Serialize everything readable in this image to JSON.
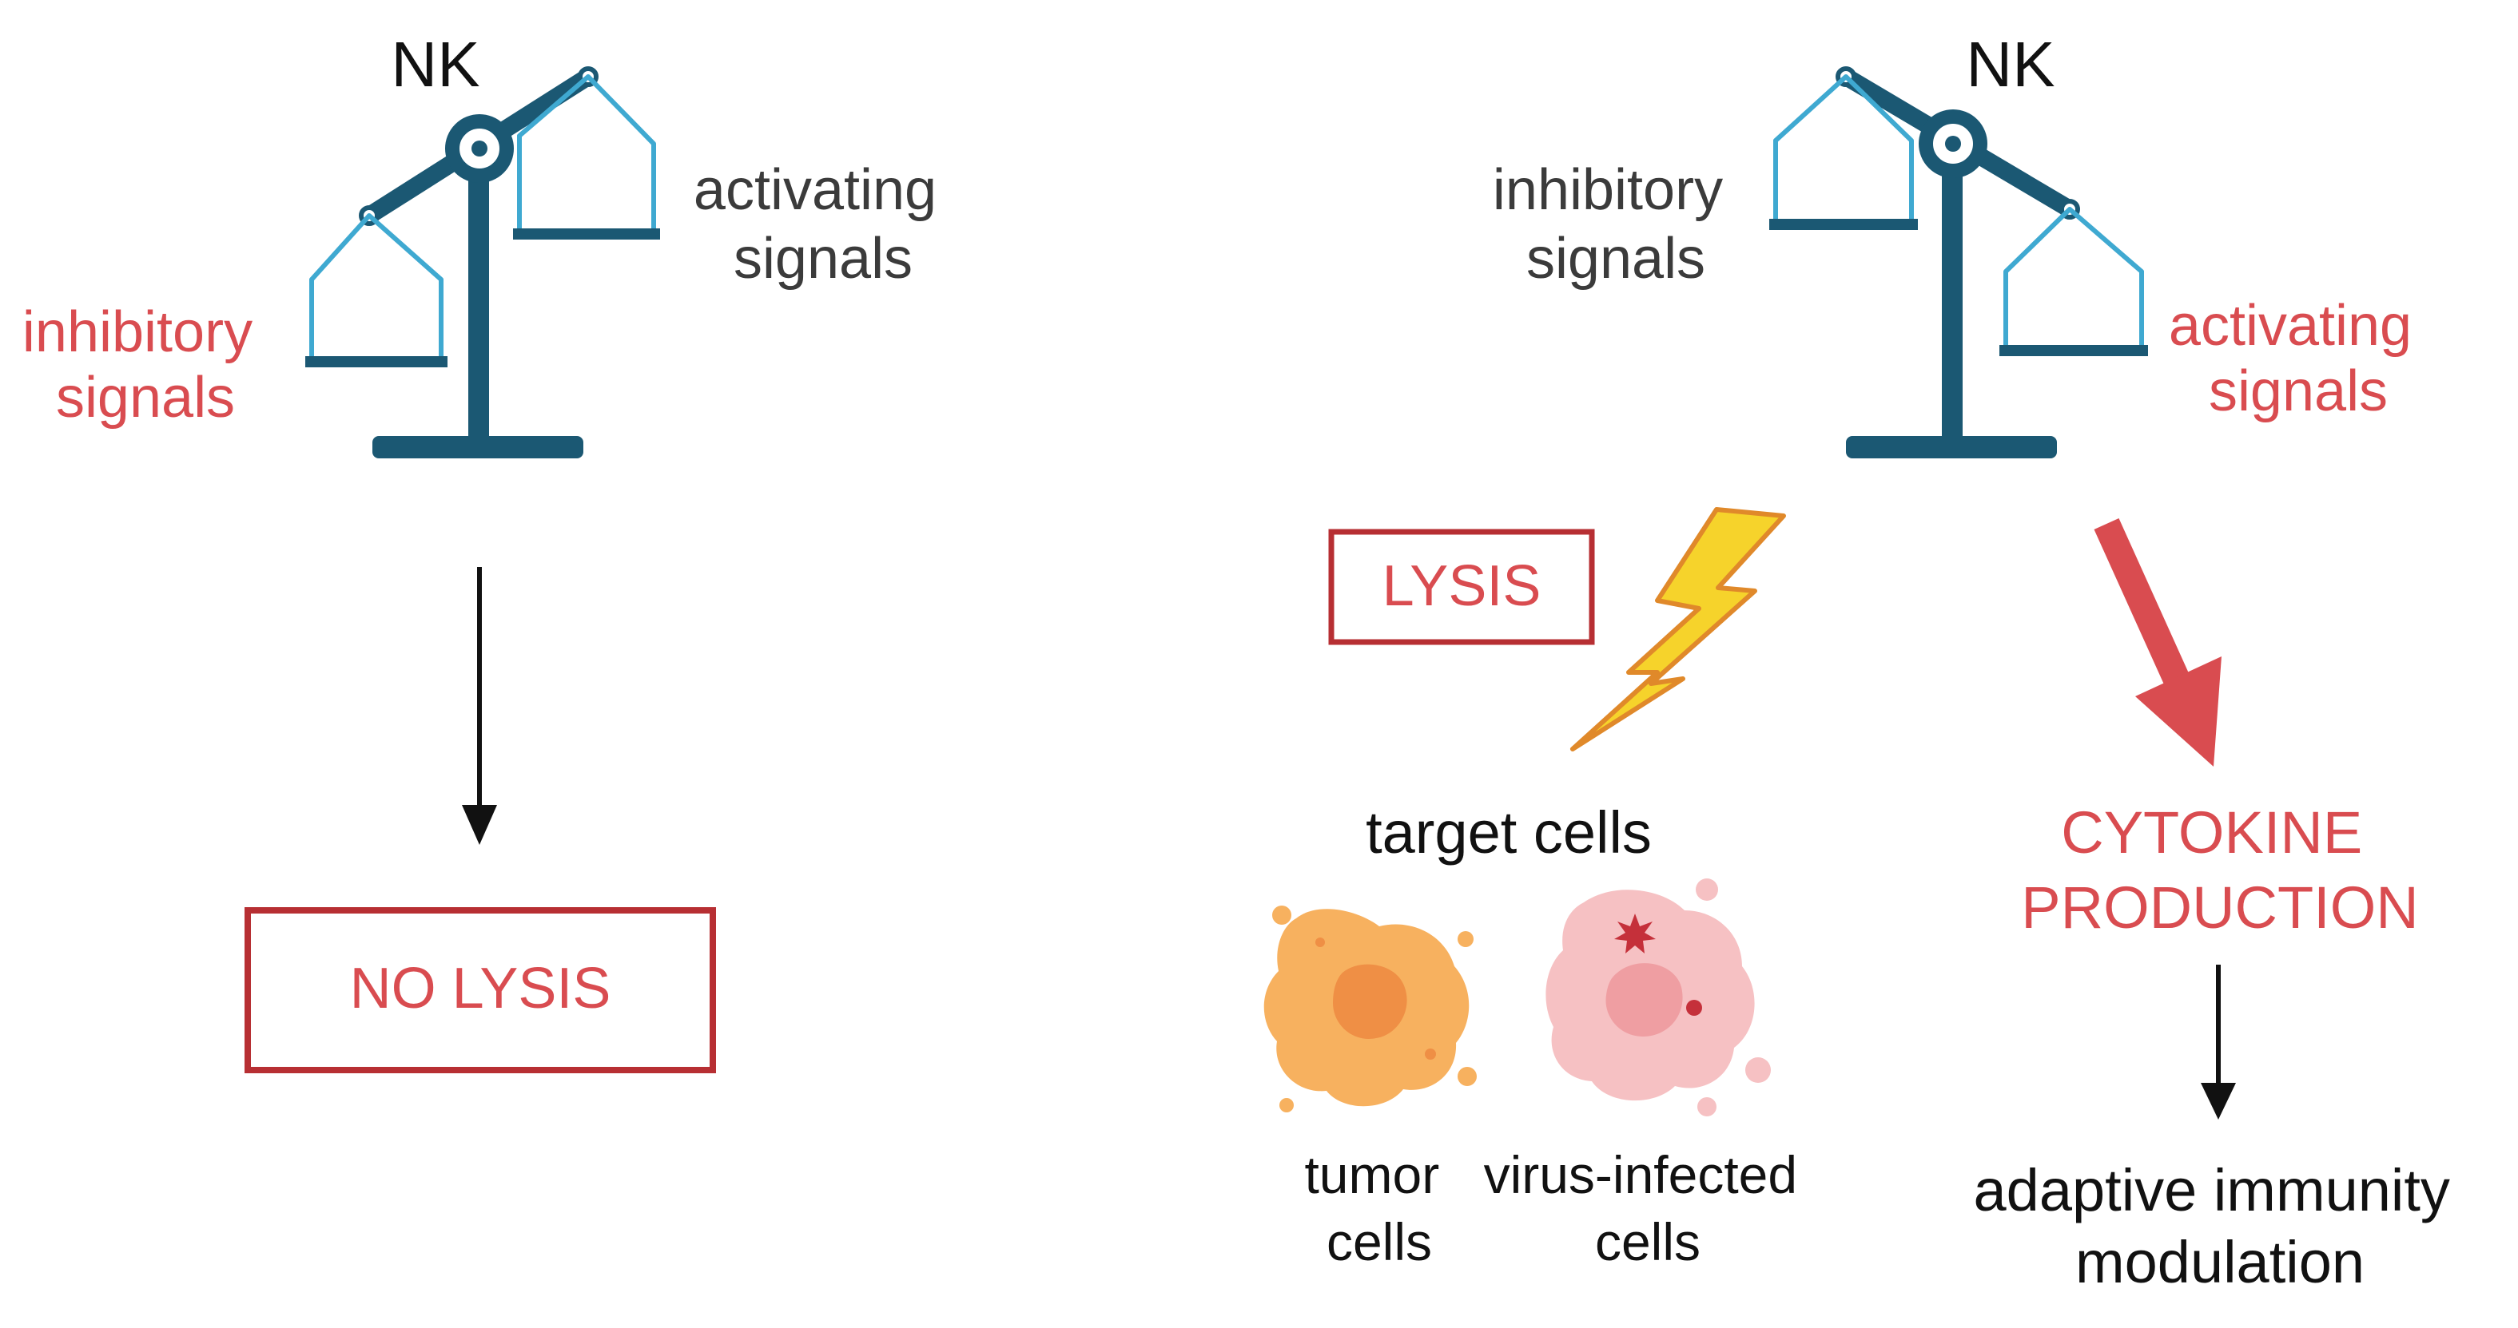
{
  "colors": {
    "scale": "#1b5873",
    "pan": "#3fa9d1",
    "red": "#d94c50",
    "box_border": "#b72f33",
    "gray": "#3b3b3b",
    "black": "#111111",
    "bolt": "#f6d32b",
    "bolt_edge": "#e0892a",
    "tumor": "#f7b15f",
    "tumor_core": "#ef8f45",
    "virus": "#f6c1c3",
    "virus_core": "#ef9ea2"
  },
  "left_panel": {
    "nk_label": "NK",
    "inhibitory": [
      "inhibitory",
      "signals"
    ],
    "activating": [
      "activating",
      "signals"
    ],
    "result": "NO LYSIS"
  },
  "right_panel": {
    "nk_label": "NK",
    "inhibitory": [
      "inhibitory",
      "signals"
    ],
    "activating": [
      "activating",
      "signals"
    ],
    "lysis": "LYSIS",
    "target_cells": "target cells",
    "tumor_cells": [
      "tumor",
      "cells"
    ],
    "virus_cells": [
      "virus-infected",
      "cells"
    ],
    "cytokine": [
      "CYTOKINE",
      "PRODUCTION"
    ],
    "adaptive": [
      "adaptive immunity",
      "modulation"
    ]
  }
}
